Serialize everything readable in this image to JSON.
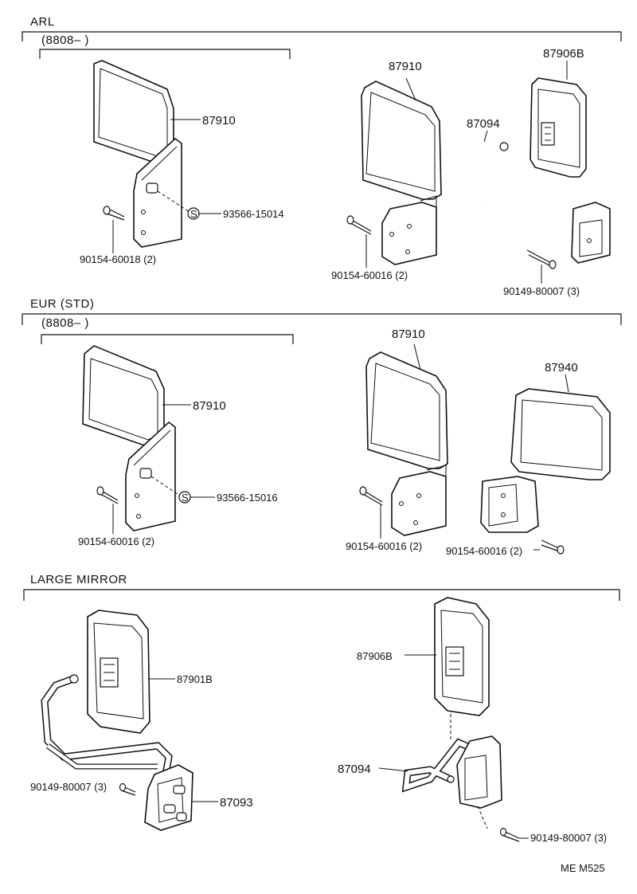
{
  "sections": [
    {
      "header": "ARL",
      "date_range": "(8808–      )"
    },
    {
      "header": "EUR (STD)",
      "date_range": "(8808–      )"
    },
    {
      "header": "LARGE  MIRROR"
    }
  ],
  "parts": {
    "s1_left_mirror": "87910",
    "s1_left_bolt": "90154-60018 (2)",
    "s1_left_screw": "93566-15014",
    "s1_mid_mirror": "87910",
    "s1_mid_bolt": "90154-60016 (2)",
    "s1_right_mirror": "87906B",
    "s1_right_stay": "87094",
    "s1_right_bolt": "90149-80007  (3)",
    "s2_left_mirror": "87910",
    "s2_left_screw": "93566-15016",
    "s2_left_bolt": "90154-60016 (2)",
    "s2_mid_mirror": "87910",
    "s2_mid_bolt": "90154-60016 (2)",
    "s2_right_mirror": "87940",
    "s2_right_bolt": "90154-60016 (2)",
    "s3_left_mirror": "87901B",
    "s3_left_bolt": "90149-80007 (3)",
    "s3_left_bracket": "87093",
    "s3_right_mirror": "87906B",
    "s3_right_stay": "87094",
    "s3_right_bolt": "90149-80007 (3)"
  },
  "screw_symbol": "S",
  "page_code": "ME  M525"
}
